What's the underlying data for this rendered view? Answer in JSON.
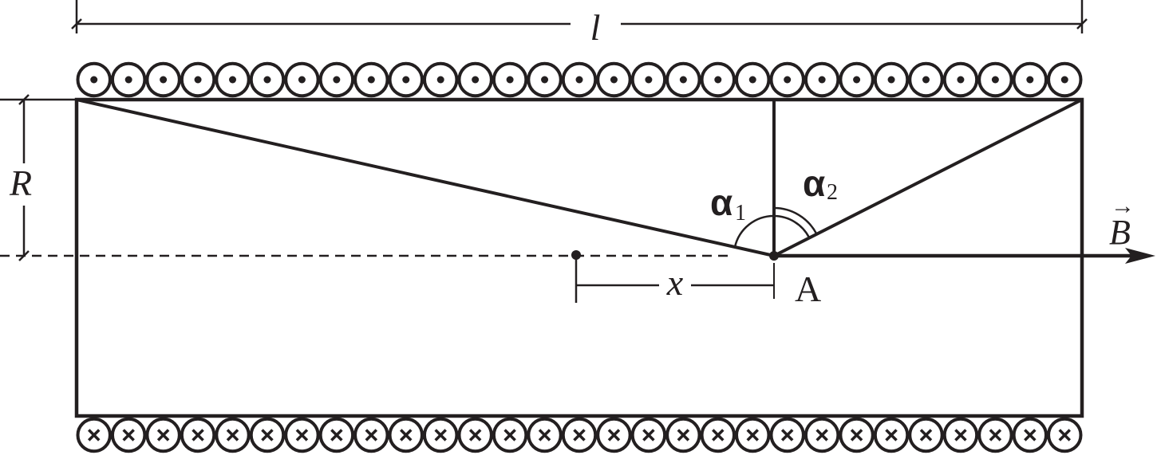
{
  "labels": {
    "length": "l",
    "radius": "R",
    "alpha1": "α",
    "alpha1_sub": "1",
    "alpha2": "α",
    "alpha2_sub": "2",
    "field": "B",
    "field_arrow": "→",
    "point": "A",
    "distance": "x"
  },
  "coils": {
    "top_count": 29,
    "bottom_count": 29,
    "top_symbol": "dot",
    "bottom_symbol": "cross"
  },
  "colors": {
    "ink": "#231f20",
    "background": "#ffffff"
  }
}
